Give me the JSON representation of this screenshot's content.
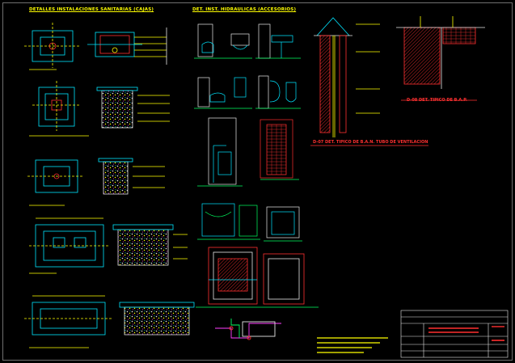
{
  "headings": {
    "left": "DETALLES INSTALACIONES SANITARIAS (CAJAS)",
    "middle": "DET. INST. HIDRAULICAS (ACCESORIOS)",
    "vent_detail": "D-07 DET. TIPICO DE B.A.N. TUBO DE VENTILACION",
    "bap_detail": "D-08 DET. TIPICO DE B.A.P."
  },
  "colors": {
    "background": "#000000",
    "frame": "#6f6f6f",
    "cyan": "#00e5ff",
    "yellow": "#ffff00",
    "red": "#ff3030",
    "green": "#00ff60",
    "white": "#e8e8e8",
    "magenta": "#ff40ff"
  }
}
